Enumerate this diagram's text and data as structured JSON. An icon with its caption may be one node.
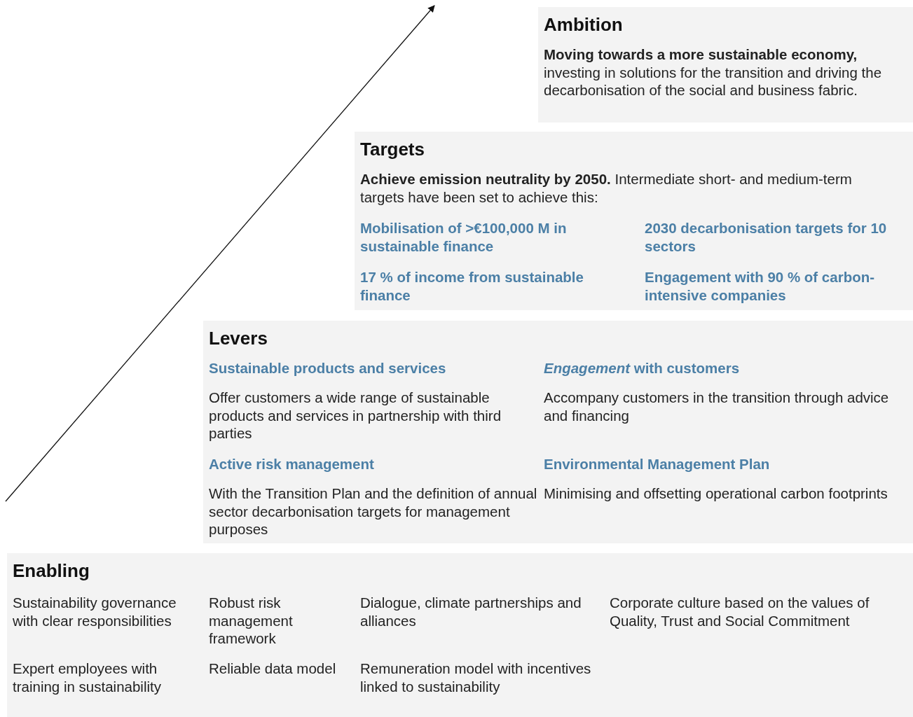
{
  "diagram": {
    "nodes": [
      {
        "text": [
          "Ambition",
          "**Moving towards a more sustainable economy,** investing in solutions for the transition and driving the decarbonisation of the social and business fabric."
        ]
      },
      {
        "text": [
          "Targets",
          "**Achieve emission neutrality by 2050.** Intermediate short- and medium-term targets have been set to achieve this:",
          "Mobilisation of >€100,000 M in sustainable finance",
          "2030 decarbonisation targets for 10 sectors",
          "17 % of income from sustainable finance",
          "Engagement with 90 % of carbon-intensive companies"
        ]
      },
      {
        "text": [
          "Levers",
          "Sustainable products and services",
          "*Engagement* with customers",
          "Offer customers a wide range of sustainable products and services in partnership with third parties",
          "Accompany customers in the transition through advice and financing",
          "Active risk management",
          "Environmental Management Plan",
          "With the Transition Plan and the definition of annual sector decarbonisation targets for management purposes",
          "Minimising and offsetting operational carbon footprints"
        ]
      },
      {
        "text": [
          "Enabling",
          "Sustainability governance with clear responsibilities",
          "Robust risk management framework",
          "Dialogue, climate partnerships and alliances",
          "Corporate culture based on the values of Quality, Trust and Social Commitment",
          "Expert employees with training in sustainability",
          "Reliable data model",
          "Remuneration model with incentives linked to sustainability"
        ]
      }
    ]
  }
}
